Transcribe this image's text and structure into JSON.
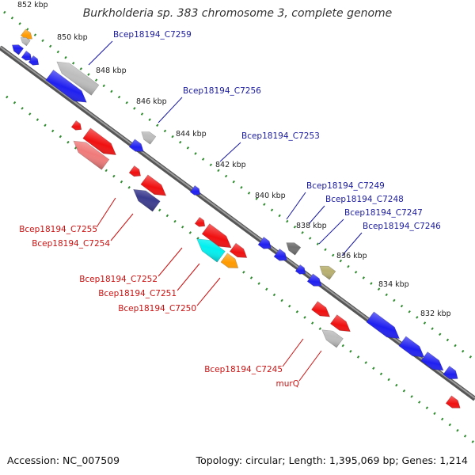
{
  "title": "Burkholderia sp. 383 chromosome 3, complete genome",
  "footer": {
    "accession": "Accession: NC_007509",
    "topology": "Topology: circular; Length: 1,395,069 bp; Genes: 1,214"
  },
  "colors": {
    "backbone": "#7a7a7a",
    "ruler_dots": "#2e8b2e",
    "forward_label": "#1a1aa0",
    "reverse_label": "#cc1010",
    "gene_blue": "#1f1ff0",
    "gene_red": "#f01010",
    "gene_gray": "#bdbdbd",
    "gene_orange": "#ff9a00",
    "gene_cyan": "#00f0f0",
    "gene_navy": "#3b3b8f",
    "gene_pink": "#f07a7a",
    "gene_darkgray": "#707070",
    "gene_khaki": "#b8b070"
  },
  "scale_ticks": [
    "852 kbp",
    "850 kbp",
    "848 kbp",
    "846 kbp",
    "844 kbp",
    "842 kbp",
    "840 kbp",
    "838 kbp",
    "836 kbp",
    "834 kbp",
    "832 kbp"
  ],
  "forward_labels": [
    "Bcep18194_C7259",
    "Bcep18194_C7256",
    "Bcep18194_C7253",
    "Bcep18194_C7249",
    "Bcep18194_C7248",
    "Bcep18194_C7247",
    "Bcep18194_C7246"
  ],
  "reverse_labels": [
    "Bcep18194_C7255",
    "Bcep18194_C7254",
    "Bcep18194_C7252",
    "Bcep18194_C7251",
    "Bcep18194_C7250",
    "Bcep18194_C7245",
    "murQ"
  ]
}
